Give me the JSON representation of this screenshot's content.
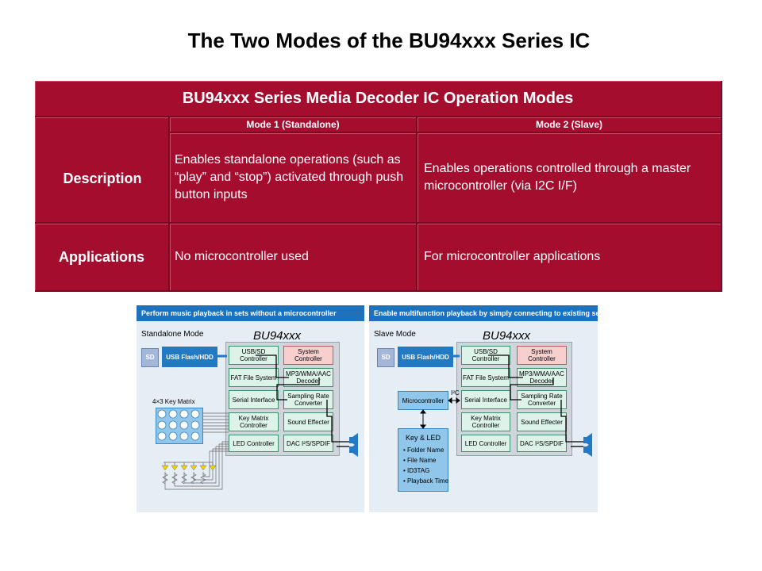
{
  "title": "The Two Modes of the BU94xxx Series IC",
  "table": {
    "header": "BU94xxx Series Media Decoder IC Operation Modes",
    "mode1": "Mode 1 (Standalone)",
    "mode2": "Mode 2 (Slave)",
    "row_description": "Description",
    "row_applications": "Applications",
    "desc_mode1": "Enables standalone operations (such as “play” and “stop”) activated through push button inputs",
    "desc_mode2": "Enables operations controlled through a master microcontroller (via I2C I/F)",
    "app_mode1": "No microcontroller used",
    "app_mode2": "For microcontroller applications"
  },
  "diagram_left": {
    "banner": "Perform music playback in sets without a microcontroller",
    "mode": "Standalone Mode",
    "chip": "BU94xxx",
    "sd": "SD",
    "usb": "USB Flash/HDD",
    "key_matrix": "4×3 Key Matrix",
    "blocks": {
      "usb_sd": "USB/SD Controller",
      "system": "System Controller",
      "fat": "FAT File System",
      "decoder": "MP3/WMA/AAC Decoder",
      "serial": "Serial Interface",
      "sampling": "Sampling Rate Converter",
      "keymatrix": "Key Matrix Controller",
      "sound": "Sound Effecter",
      "led": "LED Controller",
      "dac": "DAC I²S/SPDIF"
    }
  },
  "diagram_right": {
    "banner": "Enable multifunction playback by simply connecting to existing sets",
    "mode": "Slave Mode",
    "chip": "BU94xxx",
    "sd": "SD",
    "usb": "USB Flash/HDD",
    "micro": "Microcontroller",
    "i2c": "I²C",
    "keyled": {
      "title": "Key & LED",
      "items": [
        "• Folder Name",
        "• File Name",
        "• ID3TAG",
        "• Playback Time"
      ]
    },
    "blocks": {
      "usb_sd": "USB/SD Controller",
      "system": "System Controller",
      "fat": "FAT File System",
      "decoder": "MP3/WMA/AAC Decoder",
      "serial": "Serial Interface",
      "sampling": "Sampling Rate Converter",
      "keymatrix": "Key Matrix Controller",
      "sound": "Sound Effecter",
      "led": "LED Controller",
      "dac": "DAC I²S/SPDIF"
    }
  },
  "colors": {
    "table_bg": "#a50d2f",
    "banner": "#1f71b9"
  }
}
